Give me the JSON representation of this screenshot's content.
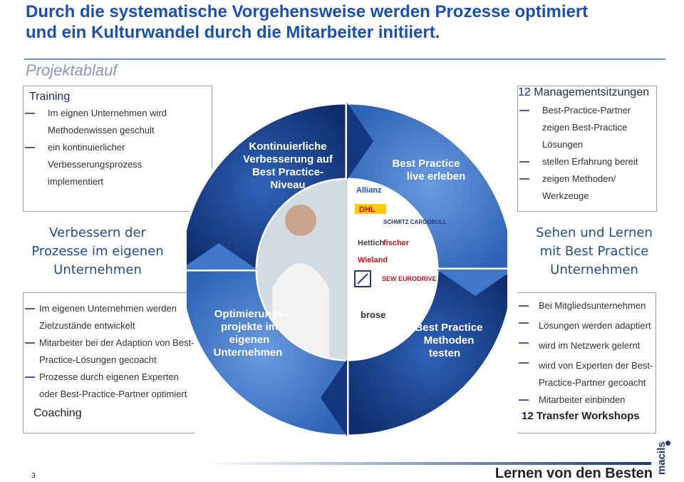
{
  "title_line1": "Durch die systematische Vorgehensweise werden Prozesse optimiert",
  "title_line2": "und ein Kulturwandel durch die Mitarbeiter initiiert.",
  "projektablauf": "Projektablauf",
  "top_left": {
    "heading": "Training",
    "lines": [
      "Im eignen Unternehmen wird",
      "Methodenwissen geschult",
      "ein kontinuierlicher",
      "Verbesserungsprozess",
      "implementiert"
    ]
  },
  "top_right": {
    "heading": "12 Managementsitzungen",
    "lines": [
      "Best-Practice-Partner",
      "zeigen Best-Practice",
      "Lösungen",
      "stellen Erfahrung bereit",
      "zeigen Methoden/",
      "Werkzeuge"
    ]
  },
  "mid_left": [
    "Verbessern der",
    "Prozesse im eigenen",
    "Unternehmen"
  ],
  "mid_right": [
    "Sehen und Lernen",
    "mit Best Practice",
    "Unternehmen"
  ],
  "bottom_left": {
    "lines": [
      "Im eigenen Unternehmen werden",
      "Zielzustände entwickelt",
      "Mitarbeiter bei der Adaption von Best-",
      "Practice-Lösungen gecoacht",
      "Prozesse durch  eigenen Experten",
      "oder Best-Practice-Partner optimiert"
    ],
    "footer": "Coaching"
  },
  "bottom_right": {
    "lines": [
      "Bei Mitgliedsunternehmen",
      "Lösungen werden adaptiert",
      "wird im Netzwerk gelernt",
      "wird von Experten der Best-",
      "Practice-Partner gecoacht",
      "Mitarbeiter einbinden"
    ],
    "footer": "12 Transfer Workshops"
  },
  "cycle": {
    "q1": [
      "Kontinuierliche",
      "Verbesserung auf",
      "Best Practice-",
      "Niveau"
    ],
    "q2": [
      "Best Practice",
      "live erleben"
    ],
    "q3": [
      "Optimierungs-",
      "projekte im",
      "eigenen",
      "Unternehmen"
    ],
    "q4": [
      "Best Practice",
      "Methoden",
      "testen"
    ]
  },
  "logos": [
    "Allianz",
    "DHL",
    "SCHMITZ CARGOBULL",
    "Hettich",
    "fischer",
    "Wieland",
    "SEW EURODRIVE",
    "brose"
  ],
  "footer_title": "Lernen von den Besten",
  "page_number": "3",
  "brand": "macils",
  "colors": {
    "title": "#1a4fb8",
    "ring_dark": "#14357f",
    "ring_light": "#3f78c9",
    "mid_text": "#1f4f8f"
  }
}
